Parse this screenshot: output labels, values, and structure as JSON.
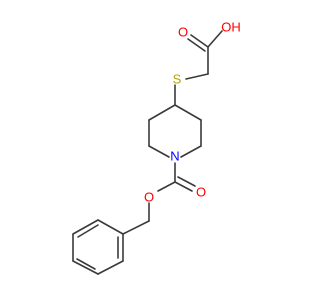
{
  "molecule": {
    "atoms": {
      "O_carbonyl_acid": "O",
      "OH_acid": "OH",
      "S": "S",
      "N": "N",
      "O_carbonyl_carbamate": "O",
      "O_ester": "O"
    },
    "colors": {
      "oxygen": "#ff0000",
      "sulfur": "#b8a000",
      "nitrogen": "#0000ff",
      "bond": "#3a3a3a"
    }
  }
}
